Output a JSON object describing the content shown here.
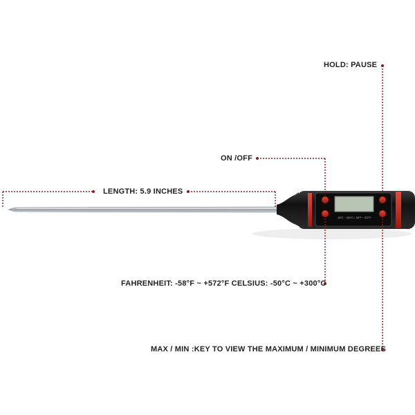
{
  "labels": {
    "hold": "HOLD: PAUSE",
    "onoff": "ON /OFF",
    "length": "LENGTH:  5.9 INCHES",
    "range": "FAHRENHEIT: -58°F ~ +572°F CELSIUS: -50°C ~ +300°C",
    "maxmin": "MAX / MIN :KEY TO VIEW THE MAXIMUM / MINIMUM DEGREES"
  },
  "device": {
    "body_color": "#1b1b1b",
    "accent_color": "#c8281e",
    "display_color": "#b8c4b4",
    "probe_color": "#b9bcc0",
    "leader_color": "#8b1a1a"
  }
}
